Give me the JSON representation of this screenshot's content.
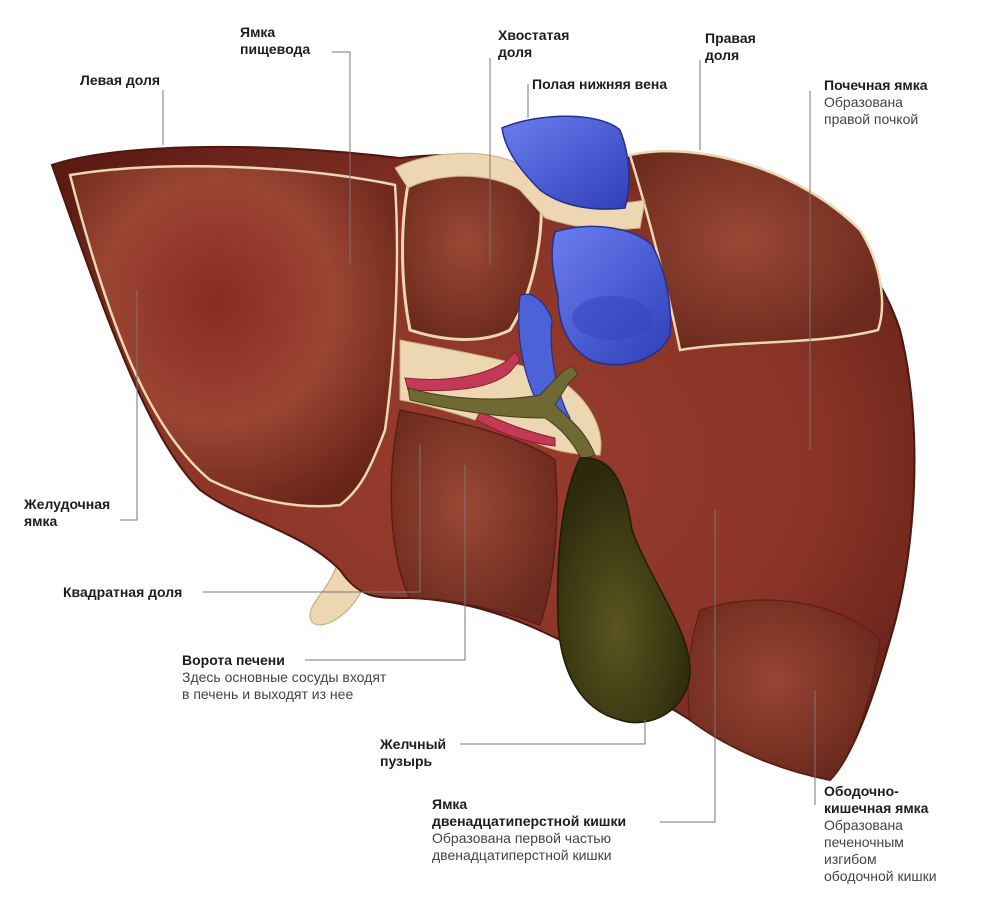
{
  "colors": {
    "liver": "#8e3b2e",
    "liver_dark": "#5e1d15",
    "ligament": "#ecd7b2",
    "vena_cava": "#4d62d6",
    "artery": "#c23a55",
    "bile_duct": "#6f6a33",
    "gallbladder": "#494519",
    "leader_line": "#777777"
  },
  "labels": {
    "left_lobe": {
      "title": "Левая доля"
    },
    "esophageal_fossa": {
      "title": [
        "Ямка",
        "пищевода"
      ]
    },
    "caudate_lobe": {
      "title": [
        "Хвостатая",
        "доля"
      ]
    },
    "right_lobe": {
      "title": [
        "Правая",
        "доля"
      ]
    },
    "ivc": {
      "title": "Полая нижняя вена"
    },
    "renal_fossa": {
      "title": "Почечная ямка",
      "desc": [
        "Образована",
        "правой почкой"
      ]
    },
    "gastric_fossa": {
      "title": [
        "Желудочная",
        "ямка"
      ]
    },
    "quadrate_lobe": {
      "title": "Квадратная доля"
    },
    "porta_hepatis": {
      "title": "Ворота печени",
      "desc": [
        "Здесь основные сосуды входят",
        "в печень и выходят из нее"
      ]
    },
    "gallbladder": {
      "title": [
        "Желчный",
        "пузырь"
      ]
    },
    "duodenal_fossa": {
      "title": [
        "Ямка",
        "двенадцатиперстной кишки"
      ],
      "desc": [
        "Образована первой частью",
        "двенадцатиперстной кишки"
      ]
    },
    "colic_fossa": {
      "title": [
        "Ободочно-",
        "кишечная ямка"
      ],
      "desc": [
        "Образована",
        "печеночным",
        "изгибом",
        "ободочной кишки"
      ]
    }
  }
}
